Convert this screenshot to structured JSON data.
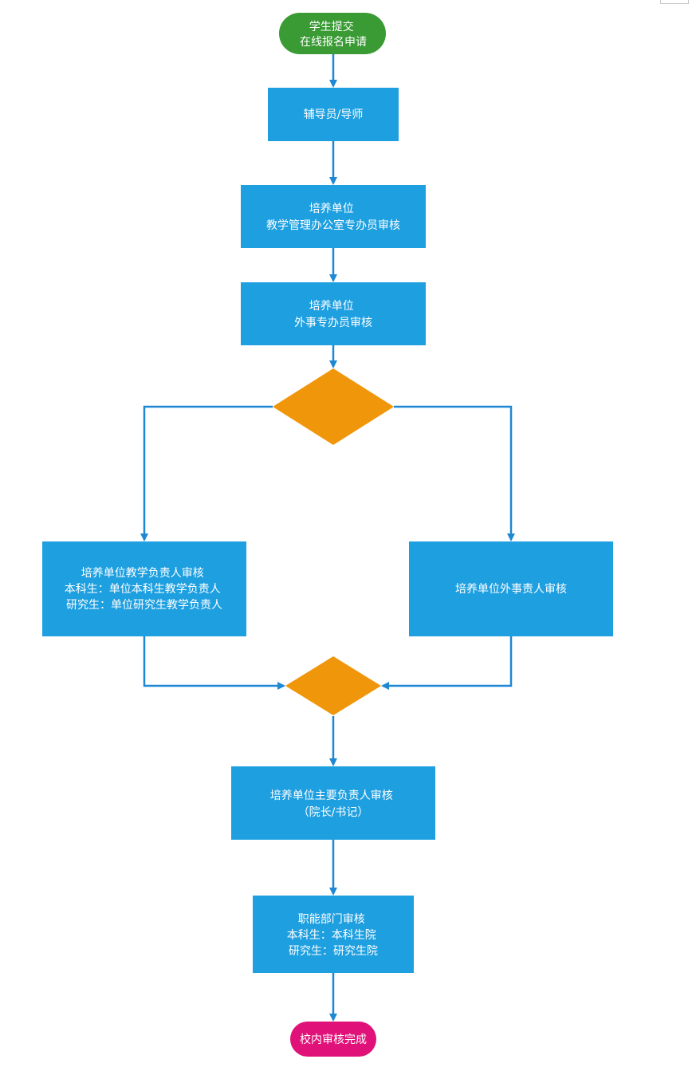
{
  "colors": {
    "process": "#1E9FE0",
    "decision": "#F0960A",
    "start": "#3A9B35",
    "end": "#E0127A",
    "connector": "#1E88D2",
    "text": "#FFFFFF"
  },
  "nodes": {
    "start": {
      "lines": [
        "学生提交",
        "在线报名申请"
      ]
    },
    "counselor": {
      "lines": [
        "辅导员/导师"
      ]
    },
    "teaching_office": {
      "lines": [
        "培养单位",
        "教学管理办公室专办员审核"
      ]
    },
    "foreign_affairs_officer": {
      "lines": [
        "培养单位",
        "外事专办员审核"
      ]
    },
    "teaching_head": {
      "lines": [
        "培养单位教学负责人审核",
        "本科生：单位本科生教学负责人",
        "研究生：单位研究生教学负责人"
      ]
    },
    "foreign_affairs_head": {
      "lines": [
        "培养单位外事责人审核"
      ]
    },
    "main_head": {
      "lines": [
        "培养单位主要负责人审核",
        "（院长/书记）"
      ]
    },
    "functional_dept": {
      "lines": [
        "职能部门审核",
        "本科生：本科生院",
        "研究生：研究生院"
      ]
    },
    "end": {
      "lines": [
        "校内审核完成"
      ]
    }
  }
}
